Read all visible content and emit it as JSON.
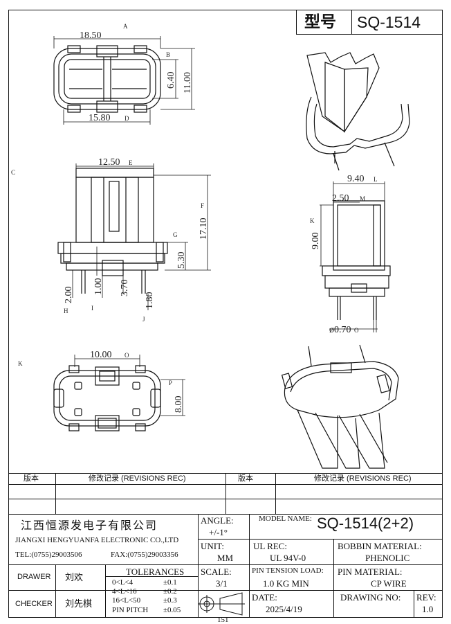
{
  "header": {
    "model_label": "型号",
    "model_value": "SQ-1514"
  },
  "dimensions": {
    "top": {
      "d_a": "18.50",
      "d_b": "6.40",
      "d_c": "11.00",
      "d_d": "15.80",
      "tag_a": "A",
      "tag_b": "B",
      "tag_d": "D"
    },
    "front": {
      "d_e": "12.50",
      "d_f": "17.10",
      "d_g": "5.30",
      "d_h": "2.00",
      "d_i": "1.00",
      "d_j": "3.70",
      "d_k": "1.80",
      "tag_e": "E",
      "tag_f": "F",
      "tag_g": "G",
      "tag_h": "H",
      "tag_i": "I",
      "tag_j": "J",
      "tag_c": "C"
    },
    "side": {
      "d_l": "9.40",
      "d_m": "2.50",
      "d_n": "9.00",
      "d_o": "ø0.70",
      "tag_l": "L",
      "tag_m": "M",
      "tag_k": "K",
      "tag_o": "O"
    },
    "bottom": {
      "d_p": "10.00",
      "d_q": "8.00",
      "tag_k": "K",
      "tag_o": "O",
      "tag_p": "P"
    }
  },
  "revisions": {
    "col1": "版本",
    "col2": "修改记录 (REVISIONS REC)",
    "col3": "版本",
    "col4": "修改记录 (REVISIONS REC)"
  },
  "company": {
    "name_cn": "江西恒源发电子有限公司",
    "name_en": "JIANGXI HENGYUANFA ELECTRONIC CO.,LTD",
    "tel": "TEL:(0755)29003506",
    "fax": "FAX:(0755)29003356"
  },
  "angle": {
    "label": "ANGLE:",
    "value": "+/-1°"
  },
  "model": {
    "label": "MODEL NAME:",
    "value": "SQ-1514(2+2)"
  },
  "unit": {
    "label": "UNIT:",
    "value": "MM"
  },
  "ul": {
    "label": "UL REC:",
    "value": "UL 94V-0"
  },
  "bobbin": {
    "label": "BOBBIN MATERIAL:",
    "value": "PHENOLIC"
  },
  "drawer": {
    "label": "DRAWER",
    "value": "刘欢"
  },
  "checker": {
    "label": "CHECKER",
    "value": "刘先棋"
  },
  "tolerances": {
    "label": "TOLERANCES",
    "rows": [
      {
        "range": "0<L<4",
        "tol": "±0.1"
      },
      {
        "range": "4<L<16",
        "tol": "±0.2"
      },
      {
        "range": "16<L<50",
        "tol": "±0.3"
      },
      {
        "range": "PIN PITCH",
        "tol": "±0.05"
      }
    ]
  },
  "scale": {
    "label": "SCALE:",
    "value": "3/1"
  },
  "pin_tension": {
    "label": "PIN TENSION LOAD:",
    "value": "1.0 KG MIN"
  },
  "pin_material": {
    "label": "PIN MATERIAL:",
    "value": "CP WIRE"
  },
  "date": {
    "label": "DATE:",
    "value": "2025/4/19"
  },
  "drawing_no": {
    "label": "DRAWING NO:",
    "value": ""
  },
  "rev": {
    "label": "REV:",
    "value": "1.0"
  },
  "footer_number": "151"
}
